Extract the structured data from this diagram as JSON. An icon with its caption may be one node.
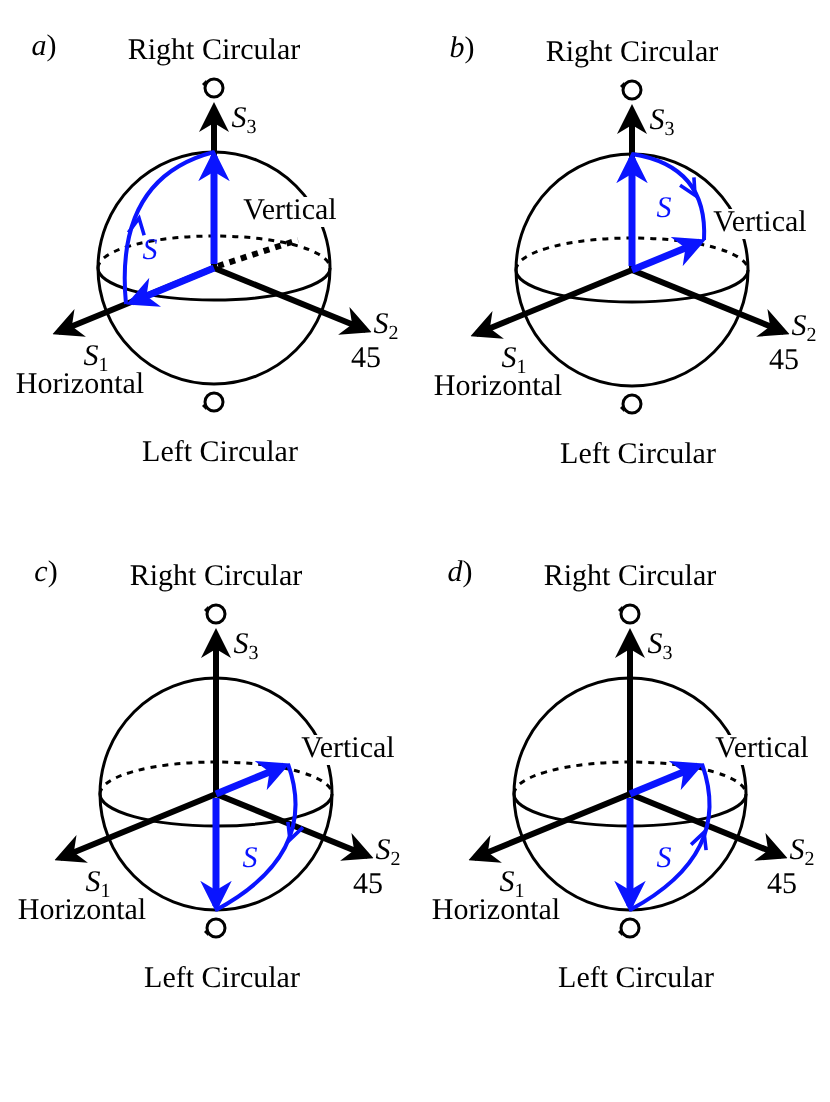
{
  "diagram": {
    "labels": [
      "*a*)",
      "Right Circular",
      "*S*$_{3}$",
      "Vertical",
      "*S*",
      "*S*$_{1}$",
      "*S*$_{2}$",
      "45",
      "Horizontal",
      "Left Circular",
      "*b*)",
      "Right Circular",
      "*S*$_{3}$",
      "Vertical",
      "*S*",
      "*S*$_{1}$",
      "*S*$_{2}$",
      "45",
      "Horizontal",
      "Left Circular",
      "*c*)",
      "Right Circular",
      "*S*$_{3}$",
      "Vertical",
      "*S*",
      "*S*$_{1}$",
      "*S*$_{2}$",
      "45",
      "Horizontal",
      "Left Circular",
      "*d*)",
      "Right Circular",
      "*S*$_{3}$",
      "Vertical",
      "*S*",
      "*S*$_{1}$",
      "*S*$_{2}$",
      "45",
      "Horizontal",
      "Left Circular"
    ]
  }
}
